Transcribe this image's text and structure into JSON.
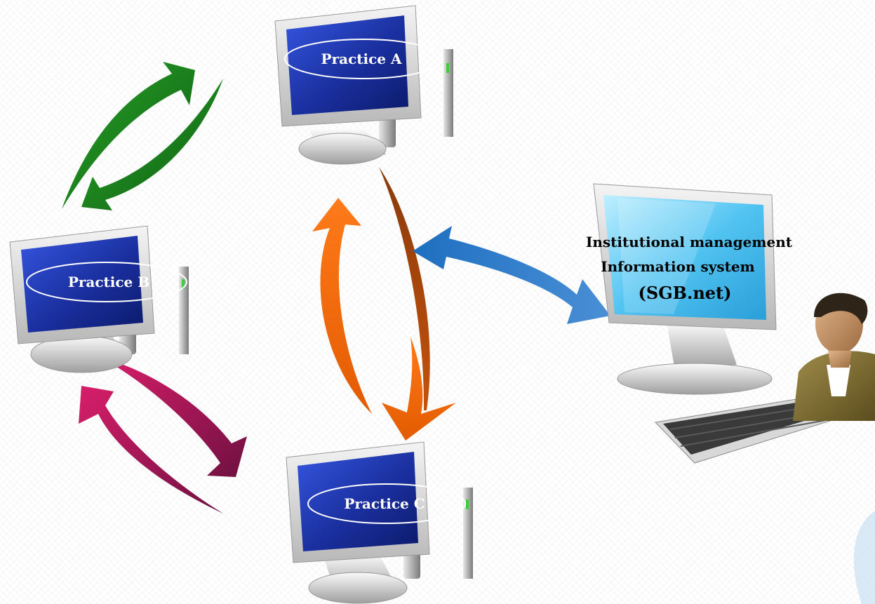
{
  "computers": {
    "a": {
      "label": "Practice A"
    },
    "b": {
      "label": "Practice B"
    },
    "c": {
      "label": "Practice C"
    }
  },
  "system": {
    "line1": "Institutional management",
    "line2": "Information system",
    "line3": "(SGB.net)"
  },
  "icons": [
    "monitor-icon",
    "keyboard-icon",
    "user-icon",
    "arrow-icon"
  ],
  "colors": {
    "green_arrows": "#1f8a1a",
    "magenta_arrows": "#c2185b",
    "orange_arrows": "#f26a10",
    "blue_arrow": "#1e6fc0",
    "screen_blue": "#1c3fb5",
    "screen_light": "#4fc3f7"
  }
}
